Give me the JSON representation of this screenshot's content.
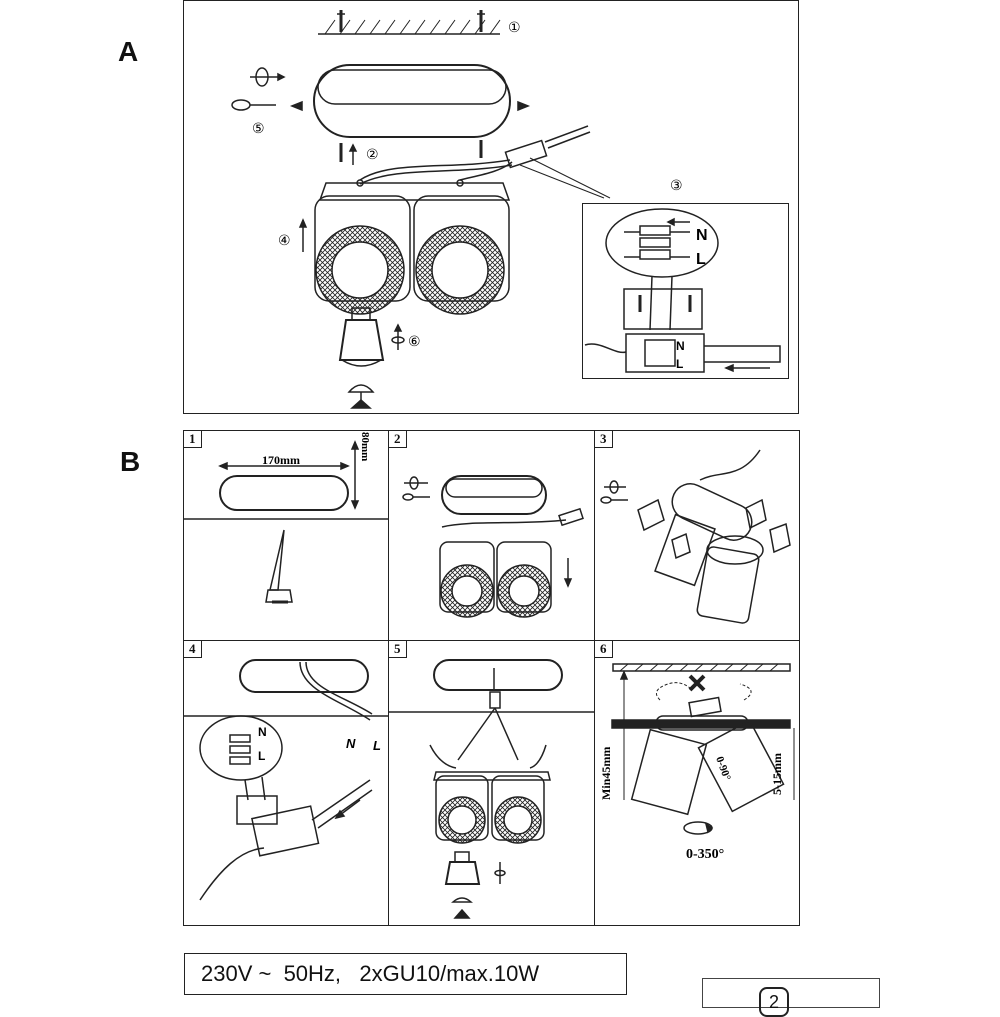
{
  "sections": {
    "a": "A",
    "b": "B"
  },
  "section_a": {
    "callouts": [
      "①",
      "②",
      "③",
      "④",
      "⑤",
      "⑥"
    ],
    "wiring": {
      "neutral": "N",
      "live": "L"
    }
  },
  "section_b": {
    "steps": [
      "1",
      "2",
      "3",
      "4",
      "5",
      "6"
    ],
    "step1": {
      "width": "170mm",
      "height": "80mm"
    },
    "step4": {
      "neutral": "N",
      "live": "L"
    },
    "step6": {
      "min_dim": "Min45mm",
      "tilt": "0-90°",
      "gap": "5-15mm",
      "rotation": "0-350°"
    }
  },
  "spec": "230V ~  50Hz,   2xGU10/max.10W",
  "page_number": "2"
}
